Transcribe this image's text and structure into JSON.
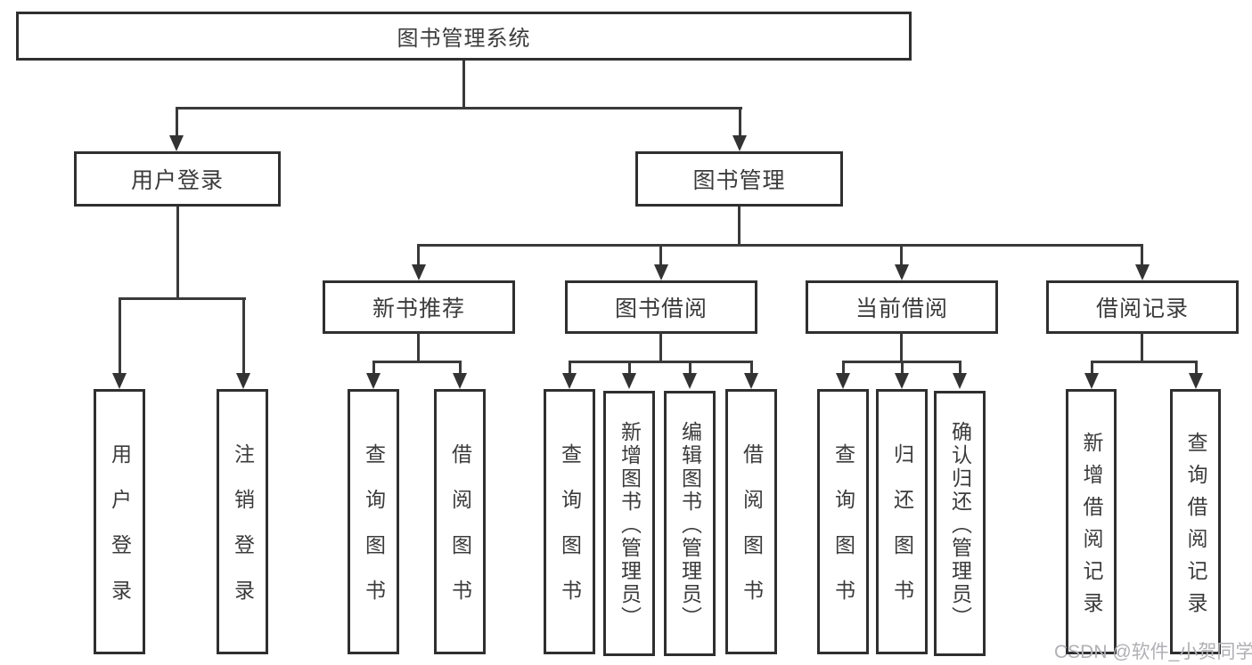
{
  "diagram": {
    "root": {
      "label": "图书管理系统"
    },
    "level2": {
      "user_login": {
        "label": "用户登录"
      },
      "book_management": {
        "label": "图书管理"
      }
    },
    "level3": {
      "new_book_recommend": {
        "label": "新书推荐"
      },
      "book_borrow": {
        "label": "图书借阅"
      },
      "current_borrow": {
        "label": "当前借阅"
      },
      "borrow_record": {
        "label": "借阅记录"
      }
    },
    "leaves": [
      {
        "label": "用户登录"
      },
      {
        "label": "注销登录"
      },
      {
        "label": "查询图书"
      },
      {
        "label": "借阅图书"
      },
      {
        "label": "查询图书"
      },
      {
        "label": "新增图书（管理员）"
      },
      {
        "label": "编辑图书（管理员）"
      },
      {
        "label": "借阅图书"
      },
      {
        "label": "查询图书"
      },
      {
        "label": "归还图书"
      },
      {
        "label": "确认归还（管理员）"
      },
      {
        "label": "新增借阅记录"
      },
      {
        "label": "查询借阅记录"
      }
    ]
  },
  "watermark": {
    "text": "CSDN @软件_小贺同学"
  },
  "colors": {
    "border": "#2f2f2f",
    "line": "#3a3a3a",
    "arrow": "#333333",
    "text": "#3b3b3b",
    "watermark": "#b0b0b5",
    "background": "#ffffff"
  }
}
